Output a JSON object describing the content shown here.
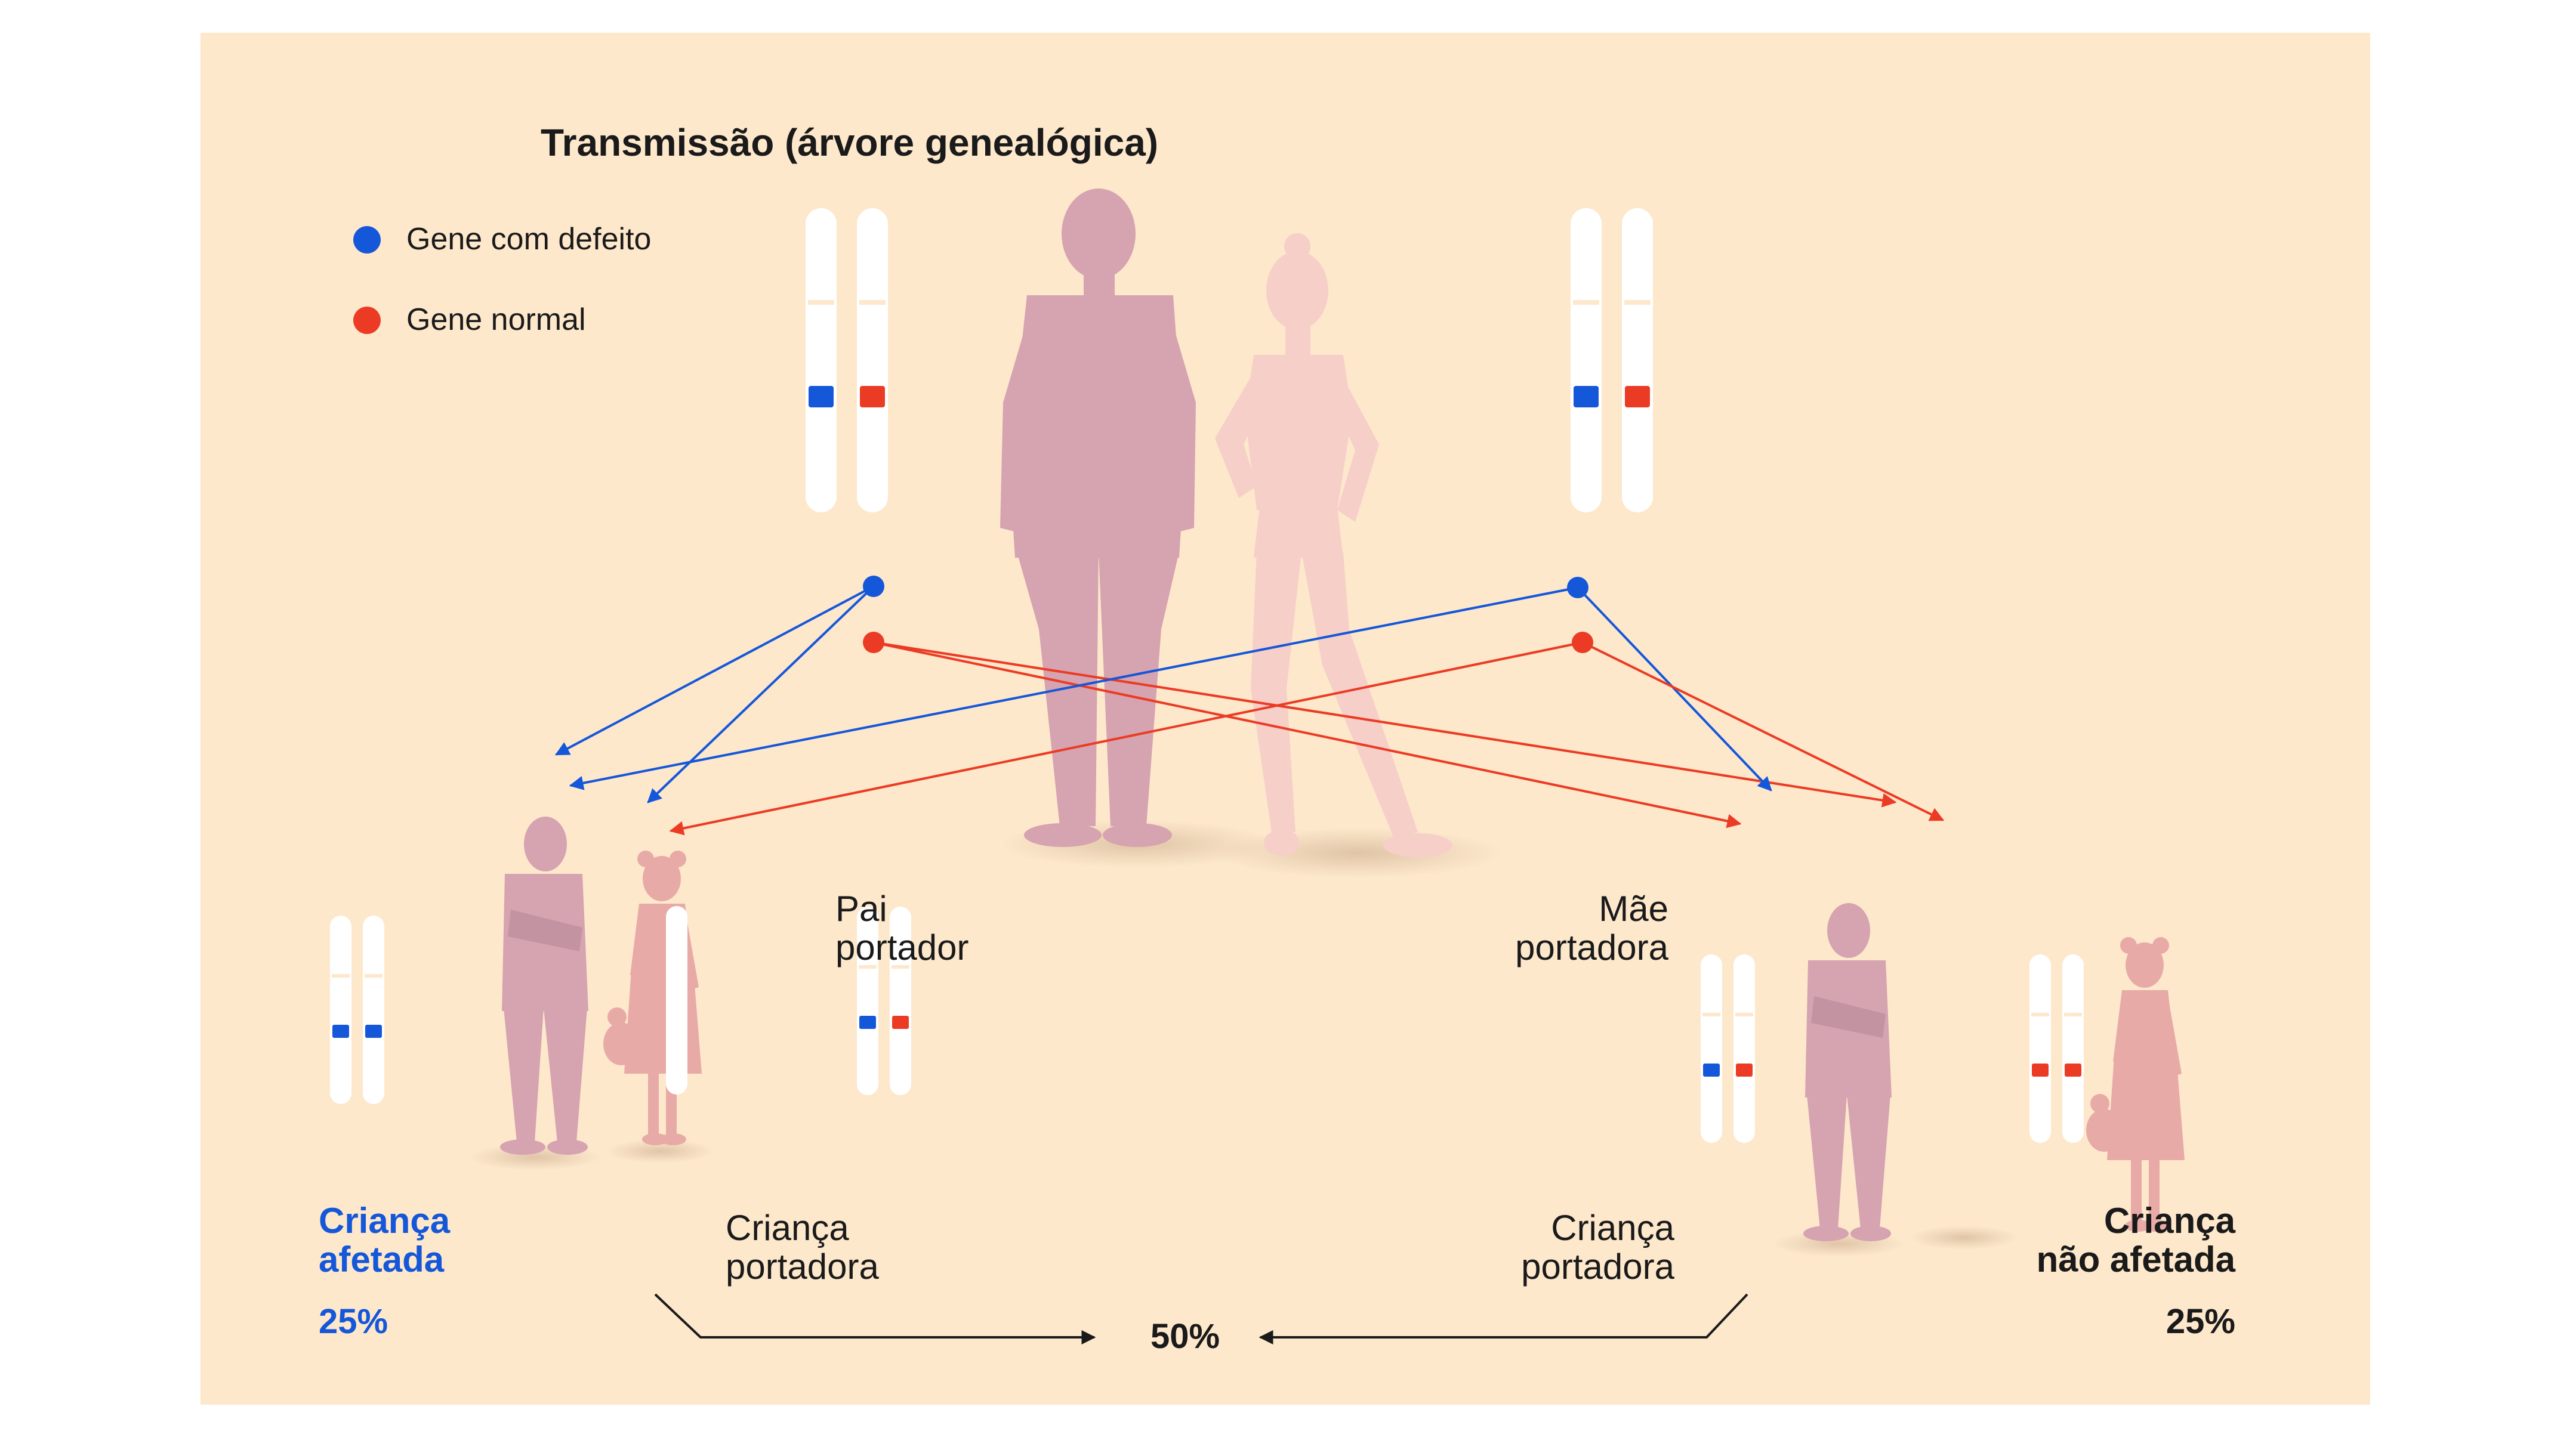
{
  "title": "Transmissão (árvore genealógica)",
  "legend": [
    {
      "label": "Gene com defeito",
      "color": "#1557d9"
    },
    {
      "label": "Gene normal",
      "color": "#ec3b24"
    }
  ],
  "parents": {
    "father": {
      "line1": "Pai",
      "line2": "portador"
    },
    "mother": {
      "line1": "Mãe",
      "line2": "portadora"
    }
  },
  "children": {
    "affected": {
      "line1": "Criança",
      "line2": "afetada",
      "percent": "25%"
    },
    "carrier_left": {
      "line1": "Criança",
      "line2": "portadora"
    },
    "carrier_right": {
      "line1": "Criança",
      "line2": "portadora"
    },
    "carrier_percent": "50%",
    "unaffected": {
      "line1": "Criança",
      "line2": "não afetada",
      "percent": "25%"
    }
  },
  "colors": {
    "background": "#fde8cc",
    "defective_gene": "#1557d9",
    "normal_gene": "#ec3b24",
    "adult_male_figure": "#d6a3b0",
    "adult_female_figure": "#f6cfc8",
    "child_figure": "#e8aaa7"
  },
  "icons": {
    "father": "standing-man-figure",
    "mother": "standing-woman-figure",
    "son": "boy-figure",
    "daughter": "girl-with-teddy-figure"
  }
}
